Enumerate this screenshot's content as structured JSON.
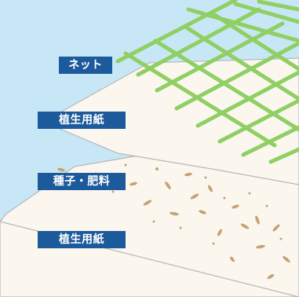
{
  "labels": {
    "net": "ネット",
    "sheet_top": "植生用紙",
    "seeds": "種子・肥料",
    "sheet_bottom": "植生用紙"
  },
  "colors": {
    "sky": "#c7e7f6",
    "paper": "#fbf7ef",
    "paper_edge": "#b7b7b7",
    "net": "#8fcf63",
    "label_bg": "#1c5a9c",
    "seed": "#c5a373"
  }
}
